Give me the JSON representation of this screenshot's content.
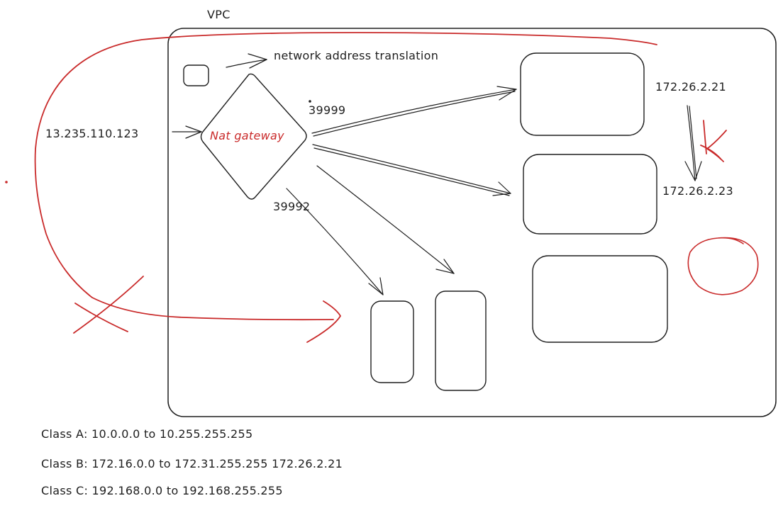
{
  "colors": {
    "stroke": "#1e1e1e",
    "accent_red": "#c92a2a",
    "background": "#ffffff"
  },
  "labels": {
    "vpc": "VPC",
    "nat_note": "network address translation",
    "gateway": "Nat gateway",
    "public_ip": "13.235.110.123",
    "port_a": "39999",
    "port_b": "39992",
    "ip_a": "172.26.2.21",
    "ip_b": "172.26.2.23"
  },
  "ip_classes": [
    "Class A: 10.0.0.0 to 10.255.255.255",
    "Class B: 172.16.0.0 to 172.31.255.255  172.26.2.21",
    "Class C: 192.168.0.0 to 192.168.255.255"
  ]
}
